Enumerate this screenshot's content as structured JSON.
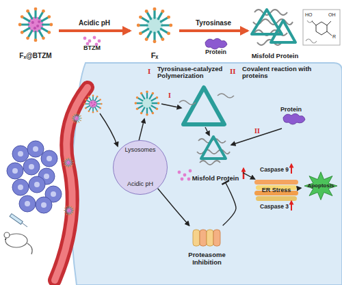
{
  "diagram": {
    "nodes": [
      {
        "text": [
          "Fₓ@BTZM"
        ]
      },
      {
        "text": [
          "Fₓ"
        ]
      },
      {
        "text": [
          "Misfold Protein"
        ]
      },
      {
        "text": [
          "Lysosomes",
          "Acidic pH"
        ]
      },
      {
        "text": [
          "Misfold Protein"
        ]
      },
      {
        "text": [
          "Proteasome Inhibition"
        ]
      },
      {
        "text": [
          "ER Stress"
        ]
      },
      {
        "text": [
          "Apoptosis"
        ]
      }
    ],
    "edges": [
      {
        "from": 0,
        "to": 1,
        "label": "Acidic pH",
        "arrow": "to"
      },
      {
        "from": 1,
        "to": 2,
        "label": "Tyrosinase",
        "arrow": "to"
      },
      {
        "from": 3,
        "to": 5,
        "arrow": "to"
      },
      {
        "from": 5,
        "to": 4,
        "arrow": "to"
      },
      {
        "from": 4,
        "to": 6,
        "arrow": "to"
      },
      {
        "from": 6,
        "to": 7,
        "arrow": "to"
      }
    ],
    "labels": [
      "BTZM",
      "Protein",
      "HO",
      "OH",
      "R",
      "I",
      "Tyrosinase-catalyzed Polymerization",
      "II",
      "Covalent reaction with proteins",
      "I",
      "II",
      "Protein",
      "Caspase 9",
      "Caspase 3"
    ]
  }
}
